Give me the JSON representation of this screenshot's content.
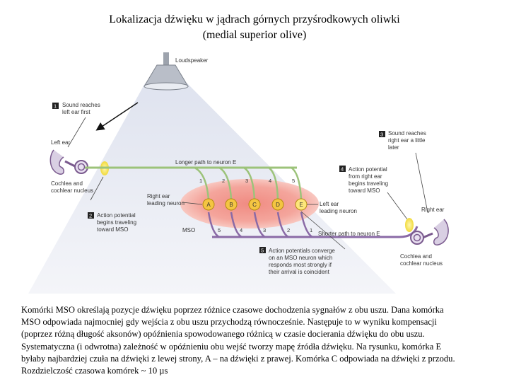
{
  "title": {
    "line1": "Lokalizacja dźwięku w jądrach górnych przyśrodkowych oliwki",
    "line2": "(medial superior olive)"
  },
  "figure": {
    "loudspeaker": "Loudspeaker",
    "step1": [
      "Sound reaches",
      "left ear first"
    ],
    "step2": [
      "Action potential",
      "begins traveling",
      "toward MSO"
    ],
    "step3": [
      "Sound reaches",
      "right ear a little",
      "later"
    ],
    "step4": [
      "Action potential",
      "from right ear",
      "begins traveling",
      "toward MSO"
    ],
    "step5": [
      "Action potentials converge",
      "on an MSO neuron which",
      "responds most strongly if",
      "their arrival is coincident"
    ],
    "step_numbers": [
      "1",
      "2",
      "3",
      "4",
      "5"
    ],
    "left_ear": "Left ear",
    "cochlea_left": [
      "Cochlea and",
      "cochlear nucleus"
    ],
    "longer_path": "Longer path to neuron E",
    "right_ear_neuron": [
      "Right ear",
      "leading neuron"
    ],
    "left_ear_neuron": [
      "Left ear",
      "leading neuron"
    ],
    "mso": "MSO",
    "shorter_path": "Shorter path to neuron E",
    "right_ear": "Right ear",
    "cochlea_right": [
      "Cochlea and",
      "cochlear nucleus"
    ],
    "neurons": [
      "A",
      "B",
      "C",
      "D",
      "E"
    ],
    "top_numbers": [
      "1",
      "2",
      "3",
      "4",
      "5"
    ],
    "bottom_numbers": [
      "5",
      "4",
      "3",
      "2",
      "1"
    ]
  },
  "caption": {
    "lines": [
      "Komórki MSO określają pozycje dźwięku poprzez różnice czasowe dochodzenia sygnałów z obu uszu. Dana komórka",
      "MSO odpowiada najmocniej gdy wejścia z obu uszu przychodzą równocześnie. Następuje to w wyniku kompensacji",
      "(poprzez różną długość aksonów) opóźnienia spowodowanego różnicą w czasie docierania dźwięku do obu uszu.",
      "Systematyczna (i odwrotna) zależność w opóźnieniu obu wejść tworzy mapę źródła dźwięku. Na rysunku, komórka E",
      "byłaby najbardziej czuła na dźwięki z lewej strony, A – na dźwięki z prawej. Komórka C odpowiada na dźwięki z przodu.",
      "Rozdzielczość czasowa komórek ~ 10 µs"
    ]
  }
}
